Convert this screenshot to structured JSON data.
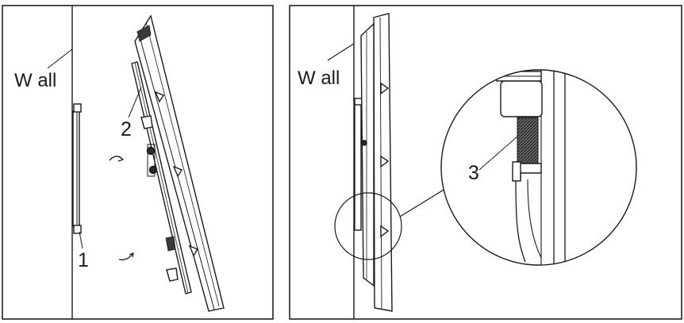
{
  "left_panel": {
    "wall_label": "W all",
    "callout_1": "1",
    "callout_2": "2"
  },
  "right_panel": {
    "wall_label": "W all",
    "callout_3": "3"
  },
  "colors": {
    "ink": "#1a1a1a",
    "panel_border": "#222222",
    "background": "#ffffff",
    "shading": "#3a3a3a"
  }
}
